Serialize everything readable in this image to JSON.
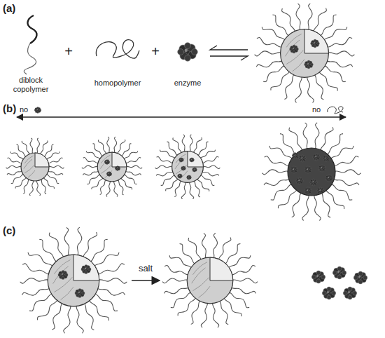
{
  "diagram": {
    "labels": [
      "(a)",
      "diblock copolymer",
      "+",
      "homopolymer",
      "+",
      "enzyme",
      "(b)",
      "no",
      "no",
      "(c)",
      "salt"
    ]
  }
}
